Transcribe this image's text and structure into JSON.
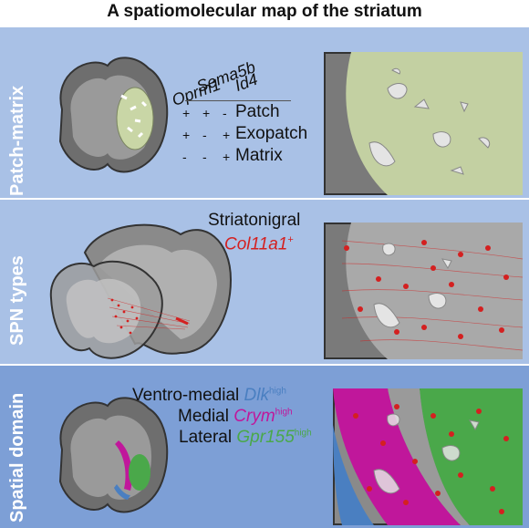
{
  "title": "A spatiomolecular map of the striatum",
  "panels": {
    "patch_matrix": {
      "label": "Patch-matrix",
      "genes": [
        "Oprm1",
        "Sema5b",
        "Id4"
      ],
      "rows": [
        {
          "signs": [
            "+",
            "+",
            "-"
          ],
          "name": "Patch"
        },
        {
          "signs": [
            "+",
            "-",
            "+"
          ],
          "name": "Exopatch"
        },
        {
          "signs": [
            "-",
            "-",
            "+"
          ],
          "name": "Matrix"
        }
      ]
    },
    "spn_types": {
      "label": "SPN types",
      "type_name": "Striatonigral",
      "marker": "Col11a1",
      "marker_sup": "+"
    },
    "spatial_domain": {
      "label": "Spatial domain",
      "domains": [
        {
          "name": "Ventro-medial",
          "gene": "Dlk",
          "sup": "high",
          "color": "#4a7fc1"
        },
        {
          "name": "Medial",
          "gene": "Crym",
          "sup": "high",
          "color": "#c0179b"
        },
        {
          "name": "Lateral",
          "gene": "Gpr155",
          "sup": "high",
          "color": "#4aa84a"
        }
      ]
    }
  },
  "colors": {
    "panel_bg": "#a9c1e6",
    "panel_bg_dark": "#7d9fd6",
    "spn_red": "#d42020",
    "patch_green": "#c9d6a6"
  }
}
